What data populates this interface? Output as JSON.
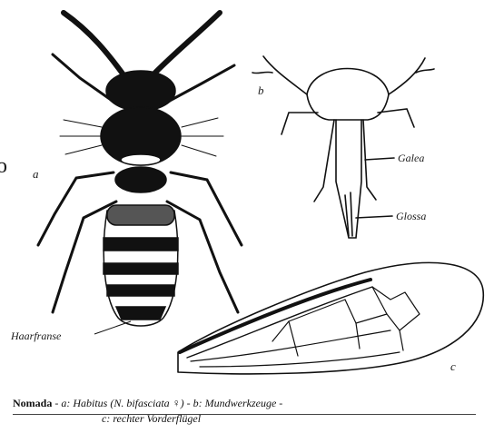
{
  "labels": {
    "a": "a",
    "b": "b",
    "c": "c",
    "galea": "Galea",
    "glossa": "Glossa",
    "haarfranse": "Haarfranse",
    "edge_fragment": "o"
  },
  "caption": {
    "genus": "Nomada",
    "sep": "-",
    "line1": "a: Habitus (N. bifasciata ♀) - b: Mundwerkzeuge -",
    "line2": "c: rechter Vorderflügel"
  }
}
